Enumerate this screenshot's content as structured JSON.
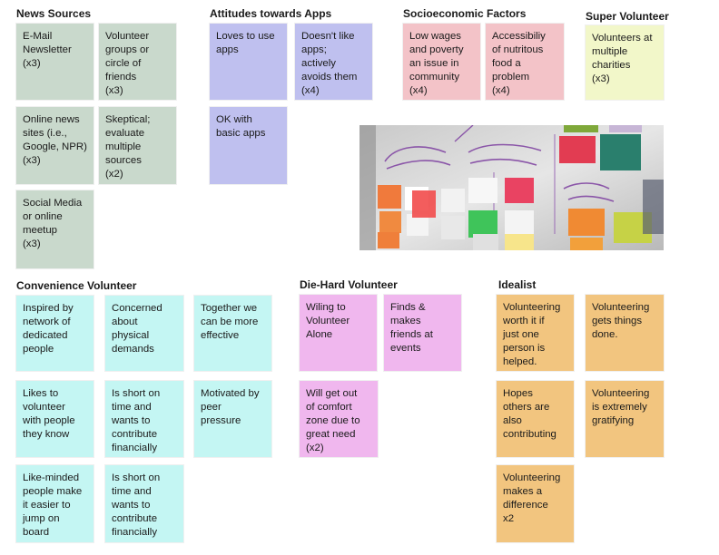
{
  "headings": {
    "news_sources": "News Sources",
    "attitudes_apps": "Attitudes towards Apps",
    "socioeconomic": "Socioeconomic Factors",
    "super_volunteer": "Super Volunteer",
    "convenience": "Convenience Volunteer",
    "die_hard": "Die-Hard Volunteer",
    "idealist": "Idealist"
  },
  "notes": {
    "news_email": "E-Mail\nNewsletter\n(x3)",
    "news_groups": "Volunteer\ngroups or\ncircle of\nfriends\n(x3)",
    "news_online": "Online news\nsites (i.e.,\nGoogle, NPR)\n(x3)",
    "news_skeptical": "Skeptical;\nevaluate\nmultiple\nsources\n(x2)",
    "news_social": "Social Media\nor online\nmeetup\n(x3)",
    "apps_loves": "Loves to use\napps",
    "apps_avoids": "Doesn't like\napps;\nactively\navoids them\n(x4)",
    "apps_ok": "OK with\nbasic apps",
    "socio_wages": "Low wages\nand poverty\nan issue in\ncommunity\n(x4)",
    "socio_food": "Accessibiliy\nof nutritous\nfood a\nproblem\n(x4)",
    "super_multiple": "Volunteers at\nmultiple\ncharities\n(x3)",
    "conv_network": "Inspired by\nnetwork of\ndedicated\npeople",
    "conv_physical": "Concerned\nabout\nphysical\ndemands",
    "conv_together": "Together we\ncan be more\neffective",
    "conv_likes": "Likes to\nvolunteer\nwith people\nthey know",
    "conv_short1": "Is short on\ntime and\nwants to\ncontribute\nfinancially",
    "conv_peer": "Motivated by\npeer\npressure",
    "conv_likeminded": "Like-minded\npeople make\nit easier to\njump on\nboard",
    "conv_short2": "Is short on\ntime and\nwants to\ncontribute\nfinancially",
    "die_alone": "Wiling to\nVolunteer\nAlone",
    "die_friends": "Finds &\nmakes\nfriends at\nevents",
    "die_comfort": "Will get out\nof comfort\nzone due to\ngreat need\n(x2)",
    "ideal_worth": "Volunteering\nworth it if\njust one\nperson is\nhelped.",
    "ideal_done": "Volunteering\ngets things\ndone.",
    "ideal_hopes": "Hopes\nothers are\nalso\ncontributing",
    "ideal_gratifying": "Volunteering\nis extremely\ngratifying",
    "ideal_difference": "Volunteering\nmakes a\ndifference\nx2"
  },
  "colors": {
    "news": "#c9d9cc",
    "apps": "#bfc0ef",
    "socio": "#f3c3c8",
    "super": "#f2f7c9",
    "convenience": "#c4f6f3",
    "die_hard": "#f0b7ee",
    "idealist": "#f2c57f"
  }
}
